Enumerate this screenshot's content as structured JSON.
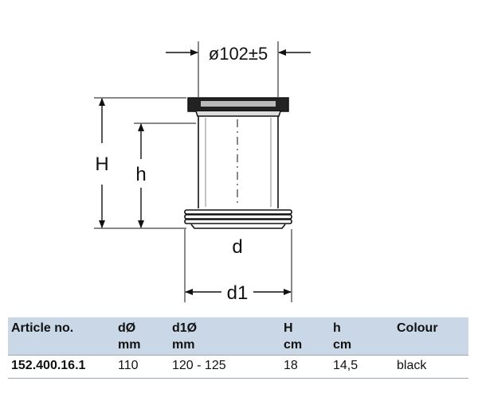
{
  "drawing": {
    "top_dimension": "ø102±5",
    "height_total_label": "H",
    "height_inner_label": "h",
    "inner_diameter_label": "d",
    "outer_diameter_label": "d1"
  },
  "table": {
    "columns": [
      {
        "name": "Article no.",
        "unit": ""
      },
      {
        "name": "dØ",
        "unit": "mm"
      },
      {
        "name": "d1Ø",
        "unit": "mm"
      },
      {
        "name": "H",
        "unit": "cm"
      },
      {
        "name": "h",
        "unit": "cm"
      },
      {
        "name": "Colour",
        "unit": ""
      }
    ],
    "rows": [
      [
        "152.400.16.1",
        "110",
        "120 - 125",
        "18",
        "14,5",
        "black"
      ]
    ]
  }
}
